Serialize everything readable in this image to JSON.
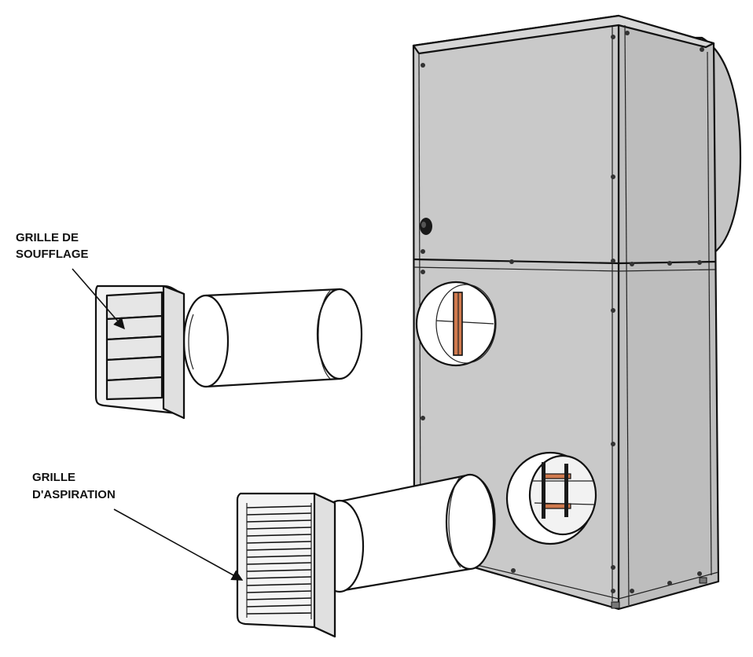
{
  "labels": {
    "blow_grille_line1": "GRILLE DE",
    "blow_grille_line2": "SOUFFLAGE",
    "intake_grille_line1": "GRILLE",
    "intake_grille_line2": "D'ASPIRATION"
  },
  "colors": {
    "cabinet_panel": "#c9c9c9",
    "cabinet_side": "#bdbdbd",
    "cabinet_edge": "#a9a9a9",
    "duct": "#ffffff",
    "damper": "#d07a4e",
    "outline": "#111111"
  }
}
